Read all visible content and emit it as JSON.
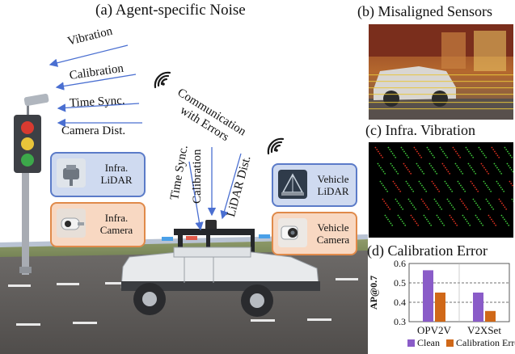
{
  "panel_a": {
    "title": "(a) Agent-specific Noise",
    "noise_labels": [
      "Vibration",
      "Calibration",
      "Time Sync.",
      "Camera Dist."
    ],
    "comm_label": [
      "Communication",
      "with Errors"
    ],
    "vehicle_noise_labels": [
      "Time Sync.",
      "Calibration",
      "LiDAR Dist."
    ],
    "sensor_boxes": {
      "infra_lidar": [
        "Infra.",
        "LiDAR"
      ],
      "infra_camera": [
        "Infra.",
        "Camera"
      ],
      "vehicle_lidar": [
        "Vehicle",
        "LiDAR"
      ],
      "vehicle_camera": [
        "Vehicle",
        "Camera"
      ]
    },
    "colors": {
      "blue_box": "#cfdaf0",
      "blue_border": "#5b7bc8",
      "orange_box": "#f8d8c2",
      "orange_border": "#e08a4a",
      "arrow": "#4a6fd1"
    }
  },
  "panel_b": {
    "title": "(b) Misaligned Sensors"
  },
  "panel_c": {
    "title": "(c) Infra. Vibration"
  },
  "panel_d": {
    "title": "(d) Calibration Error",
    "chart_data": {
      "type": "bar",
      "categories": [
        "OPV2V",
        "V2XSet"
      ],
      "series": [
        {
          "name": "Clean",
          "values": [
            0.565,
            0.45
          ],
          "color": "#8a5cc8"
        },
        {
          "name": "Calibration Error",
          "values": [
            0.45,
            0.355
          ],
          "color": "#d06818"
        }
      ],
      "ylabel": "AP@0.7",
      "ylim": [
        0.3,
        0.6
      ],
      "yticks": [
        "0.3",
        "0.4",
        "0.5",
        "0.6"
      ],
      "grid": "dashed at 0.4 and 0.5",
      "legend": "bottom"
    }
  }
}
